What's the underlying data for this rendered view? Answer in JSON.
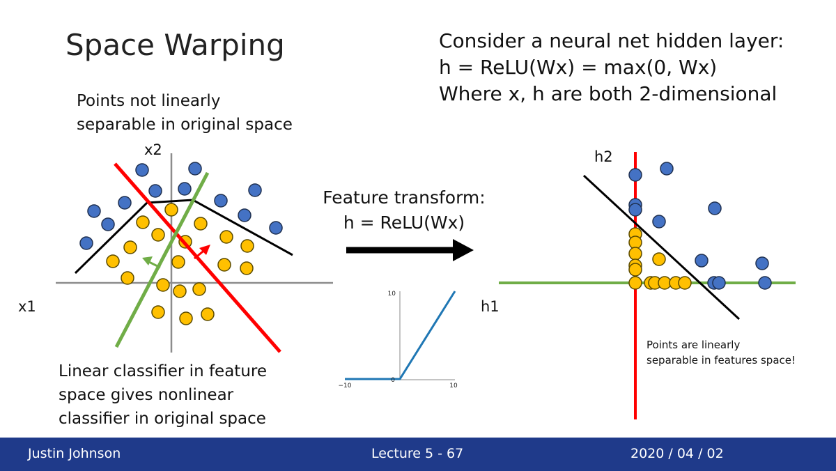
{
  "slide": {
    "title": "Space Warping",
    "intro_lines": [
      "Consider a neural net hidden layer:",
      "h = ReLU(Wx) = max(0, Wx)",
      "Where x, h are both 2-dimensional"
    ],
    "left_note_lines": [
      "Points not linearly",
      "separable in original space"
    ],
    "bottom_note_lines": [
      "Linear classifier in feature",
      "space gives nonlinear",
      "classifier in original space"
    ],
    "transform_lines": [
      "Feature transform:",
      "h = ReLU(Wx)"
    ],
    "right_note_lines": [
      "Points are linearly",
      "separable in features space!"
    ],
    "axes": {
      "x2": "x2",
      "x1": "x1",
      "h2": "h2",
      "h1": "h1"
    },
    "relu_plot": {
      "y_max_label": "10",
      "x_min_label": "−10",
      "origin_label": "0",
      "x_max_label": "10"
    },
    "colors": {
      "blue_points": "#4472c4",
      "yellow_points": "#ffc000",
      "red_line": "#ff0000",
      "green_line": "#70ad47",
      "relu_curve": "#1f77b4",
      "footer_bg": "#1f3a8a"
    }
  },
  "footer": {
    "author": "Justin Johnson",
    "lecture": "Lecture 5 - 67",
    "date": "2020 / 04 / 02"
  }
}
